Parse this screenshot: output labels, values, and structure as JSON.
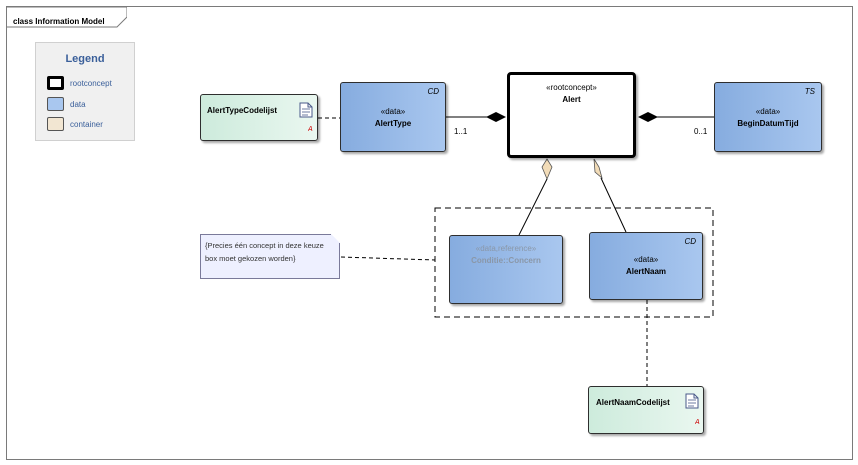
{
  "frame": {
    "title": "class Information Model"
  },
  "legend": {
    "title": "Legend",
    "items": [
      {
        "label": "rootconcept",
        "color": "#ffffff"
      },
      {
        "label": "data",
        "color": "#a9c7ef"
      },
      {
        "label": "container",
        "color": "#f2e6d2"
      }
    ]
  },
  "classes": {
    "alert": {
      "stereotype": "«rootconcept»",
      "name": "Alert"
    },
    "alert_type": {
      "stereotype": "«data»",
      "name": "AlertType",
      "tag": "CD"
    },
    "alert_type_codelijst": {
      "name": "AlertTypeCodelijst"
    },
    "begin_datum_tijd": {
      "stereotype": "«data»",
      "name": "BeginDatumTijd",
      "tag": "TS"
    },
    "conditie_concern": {
      "stereotype": "«data,reference»",
      "name": "Conditie::Concern"
    },
    "alert_naam": {
      "stereotype": "«data»",
      "name": "AlertNaam",
      "tag": "CD"
    },
    "alert_naam_codelijst": {
      "name": "AlertNaamCodelijst"
    }
  },
  "multiplicities": {
    "alert_type": "1..1",
    "begin_datum_tijd": "0..1"
  },
  "note": {
    "line1": "{Precies één concept in deze keuze",
    "line2": "box moet gekozen worden}"
  },
  "colors": {
    "data": "#a9c7ef",
    "codelist": "#d6efe2",
    "container_diamond": "#f2dcb8",
    "note": "#eef0ff"
  }
}
